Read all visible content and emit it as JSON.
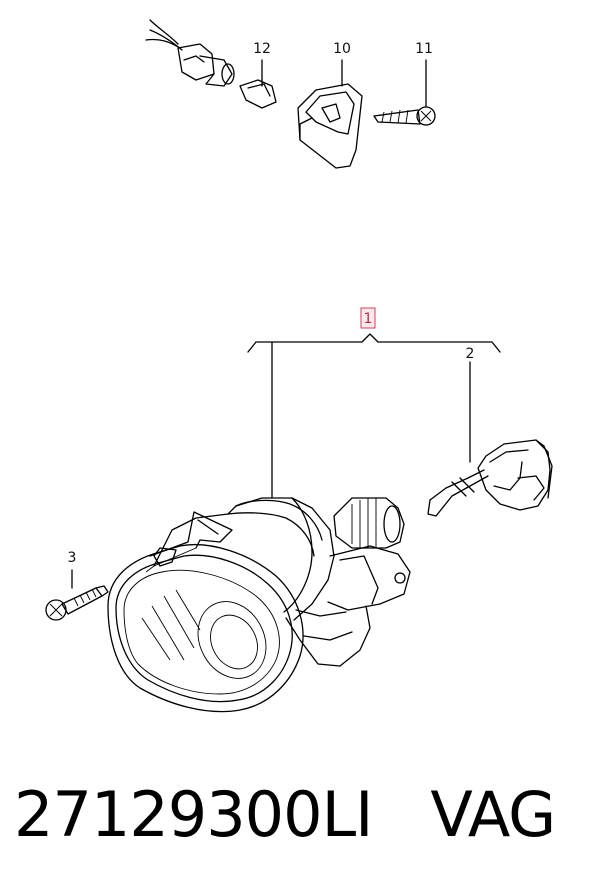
{
  "callouts": {
    "c1": "1",
    "c2": "2",
    "c3": "3",
    "c10": "10",
    "c11": "11",
    "c12": "12"
  },
  "caption": {
    "part_number": "27129300LI",
    "brand": "VAG"
  },
  "colors": {
    "line": "#000000",
    "highlight_border": "#d04060",
    "highlight_fill": "#fde8ec"
  }
}
